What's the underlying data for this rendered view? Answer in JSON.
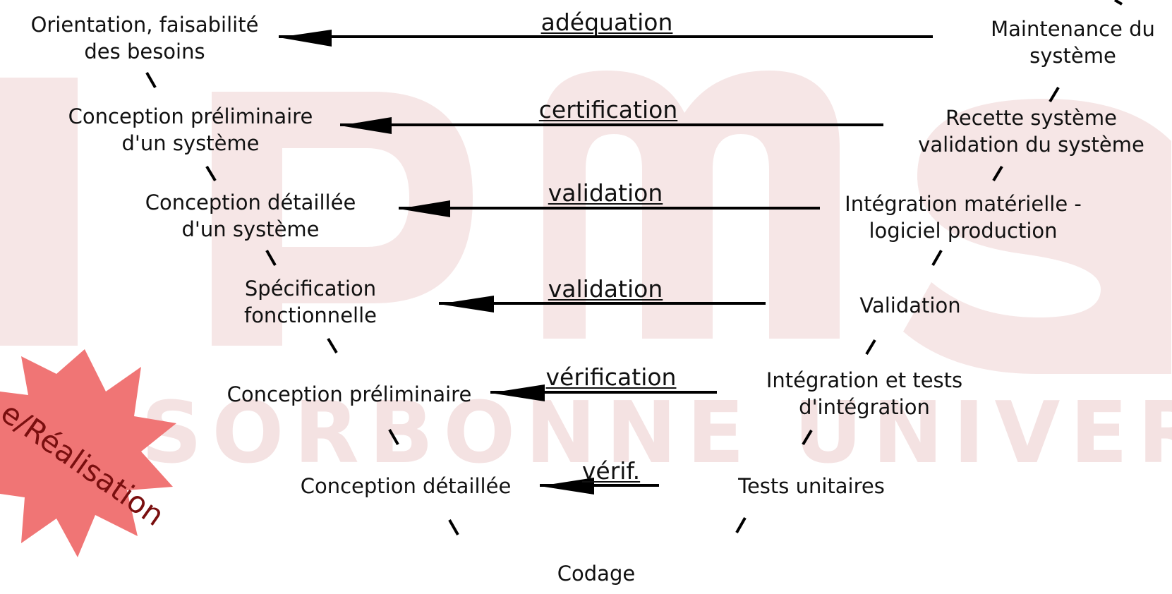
{
  "left_column": [
    {
      "id": "orientation",
      "lines": [
        "Orientation, faisabilité",
        "des besoins"
      ]
    },
    {
      "id": "conception-preliminaire-systeme",
      "lines": [
        "Conception préliminaire",
        "d'un système"
      ]
    },
    {
      "id": "conception-detaillee-systeme",
      "lines": [
        "Conception détaillée",
        "d'un système"
      ]
    },
    {
      "id": "specification-fonctionnelle",
      "lines": [
        "Spécification",
        "fonctionnelle"
      ]
    },
    {
      "id": "conception-preliminaire",
      "lines": [
        "Conception préliminaire"
      ]
    },
    {
      "id": "conception-detaillee",
      "lines": [
        "Conception détaillée"
      ]
    }
  ],
  "right_column": [
    {
      "id": "maintenance",
      "lines": [
        "Maintenance du",
        "système"
      ]
    },
    {
      "id": "recette",
      "lines": [
        "Recette système",
        "validation du système"
      ]
    },
    {
      "id": "integration-materielle",
      "lines": [
        "Intégration matérielle -",
        "logiciel production"
      ]
    },
    {
      "id": "validation-node",
      "lines": [
        "Validation"
      ]
    },
    {
      "id": "integration-tests",
      "lines": [
        "Intégration et tests",
        "d'intégration"
      ]
    },
    {
      "id": "tests-unitaires",
      "lines": [
        "Tests unitaires"
      ]
    }
  ],
  "bottom": {
    "lines": [
      "Codage"
    ]
  },
  "arrow_labels": [
    "adéquation",
    "certification",
    "validation",
    "validation",
    "vérification",
    "vérif."
  ],
  "badge": {
    "text": "e/Réalisation",
    "color": "#f07575",
    "text_color": "#7a0f0f"
  },
  "watermark": {
    "letters": "ms",
    "subtitle": "SORBONNE UNIVERSITE",
    "color": "#f6e6e6"
  }
}
